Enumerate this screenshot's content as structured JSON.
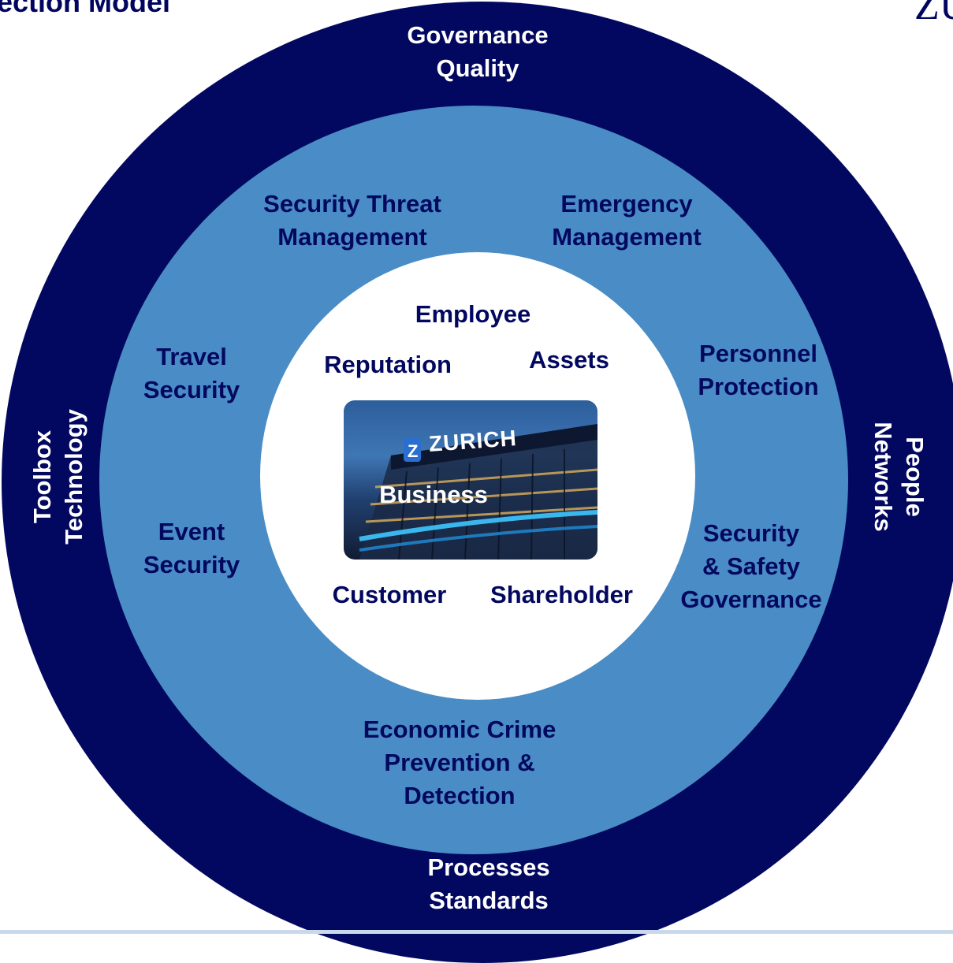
{
  "page": {
    "title": "ection Model",
    "logo_fragment": "ZU"
  },
  "diagram": {
    "outer_ring": {
      "top": [
        "Governance",
        "Quality"
      ],
      "bottom": [
        "Processes",
        "Standards"
      ],
      "left": [
        "Toolbox",
        "Technology"
      ],
      "right": [
        "People",
        "Networks"
      ]
    },
    "middle_ring": {
      "security_threat": [
        "Security Threat",
        "Management"
      ],
      "emergency": [
        "Emergency",
        "Management"
      ],
      "travel": [
        "Travel",
        "Security"
      ],
      "personnel": [
        "Personnel",
        "Protection"
      ],
      "event": [
        "Event",
        "Security"
      ],
      "governance": [
        "Security",
        "& Safety",
        "Governance"
      ],
      "economic_crime": [
        "Economic Crime",
        "Prevention &",
        "Detection"
      ]
    },
    "inner_circle": {
      "employee": "Employee",
      "reputation": "Reputation",
      "assets": "Assets",
      "customer": "Customer",
      "shareholder": "Shareholder"
    },
    "center": {
      "photo_brand": "ZURICH",
      "label": "Business"
    }
  },
  "colors": {
    "outer_ring": "#02085f",
    "middle_ring": "#4a8cc5",
    "inner_circle": "#ffffff",
    "footer_line": "#c9d8ea"
  }
}
